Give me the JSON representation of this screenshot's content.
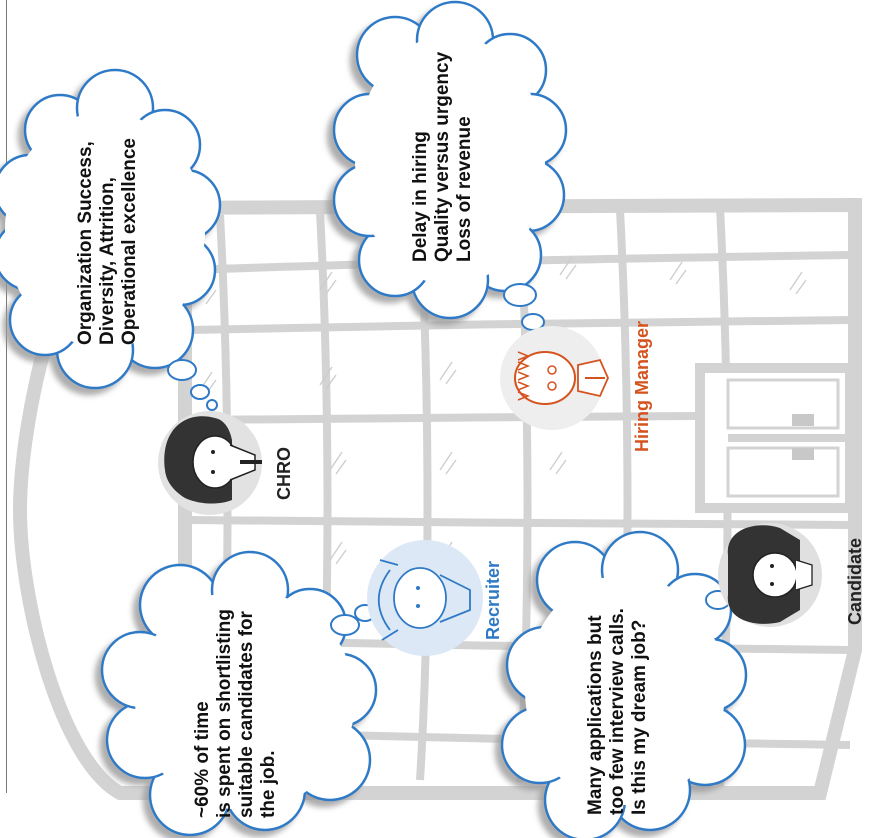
{
  "colors": {
    "building": "#d3d3d3",
    "glass": "#ffffff",
    "cloud_fill": "#ffffff",
    "cloud_stroke": "#2f7ac6",
    "cloud_shadow": "#aaaaaa",
    "chro": "#222222",
    "recruiter": "#2f7ac6",
    "hiring_manager": "#d5531f",
    "candidate": "#222222"
  },
  "roles": {
    "chro": "CHRO",
    "recruiter": "Recruiter",
    "hiring_manager": "Hiring Manager",
    "candidate": "Candidate"
  },
  "thoughts": {
    "chro": [
      "Organization Success,",
      "Diversity, Attrition,",
      "Operational excellence"
    ],
    "hiring_manager": [
      "Delay in hiring",
      "Quality versus urgency",
      "Loss of revenue"
    ],
    "recruiter": [
      "~60% of time",
      "is spent on shortlisting",
      "suitable candidates for",
      "the job."
    ],
    "candidate": [
      "Many applications but",
      "too few interview calls.",
      "Is this my dream job?"
    ]
  }
}
